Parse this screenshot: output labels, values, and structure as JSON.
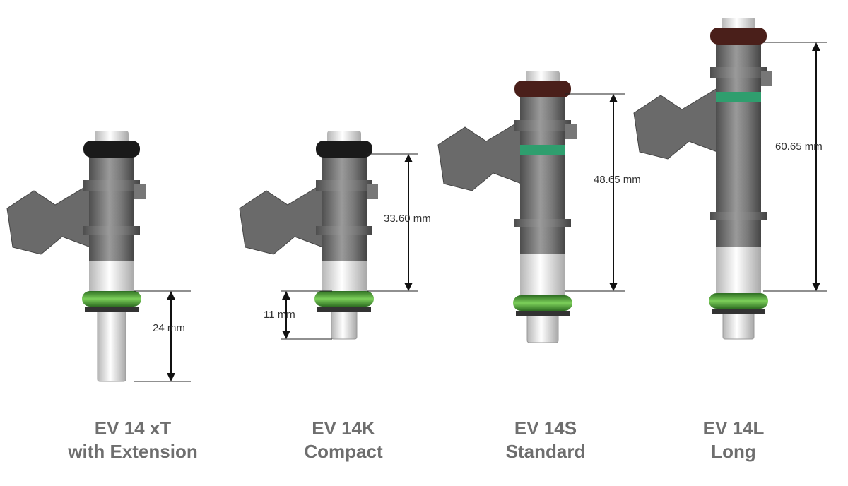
{
  "injectors": [
    {
      "model": "EV 14 xT",
      "variant": "with Extension",
      "o_ring_color": "#1a1a1a",
      "dimensions": [
        "24 mm"
      ]
    },
    {
      "model": "EV 14K",
      "variant": "Compact",
      "o_ring_color": "#1a1a1a",
      "dimensions": [
        "11 mm",
        "33.60 mm"
      ]
    },
    {
      "model": "EV 14S",
      "variant": "Standard",
      "o_ring_color": "#4a1f1a",
      "dimensions": [
        "48.65 mm"
      ]
    },
    {
      "model": "EV 14L",
      "variant": "Long",
      "o_ring_color": "#4a1f1a",
      "dimensions": [
        "60.65 mm"
      ]
    }
  ],
  "colors": {
    "body": "#6b6b6b",
    "green_seal": "#4f9e3a",
    "band": "#2f9e6e",
    "caption": "#6e6e6e"
  }
}
